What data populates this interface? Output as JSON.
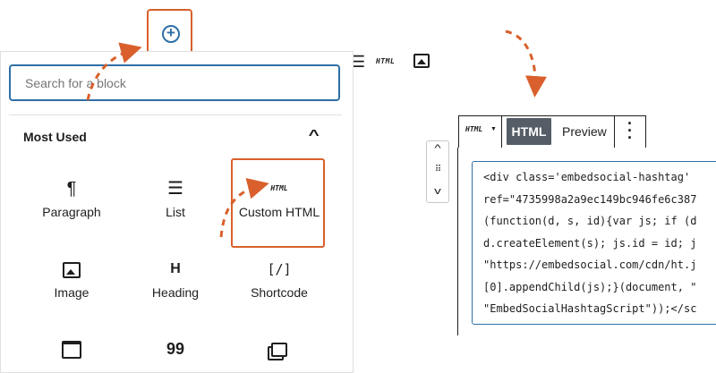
{
  "inserter": {
    "search_placeholder": "Search for a block",
    "section_title": "Most Used",
    "blocks": [
      {
        "label": "Paragraph",
        "icon": "paragraph-icon"
      },
      {
        "label": "List",
        "icon": "list-icon"
      },
      {
        "label": "Custom HTML",
        "icon": "html-icon"
      },
      {
        "label": "Image",
        "icon": "image-icon"
      },
      {
        "label": "Heading",
        "icon": "heading-icon"
      },
      {
        "label": "Shortcode",
        "icon": "shortcode-icon"
      },
      {
        "label": "",
        "icon": "embed-icon"
      },
      {
        "label": "",
        "icon": "quote-icon"
      },
      {
        "label": "",
        "icon": "gallery-icon"
      }
    ]
  },
  "toolbar": {
    "html_icon_text": "HTML",
    "tab_html": "HTML",
    "tab_preview": "Preview"
  },
  "code": {
    "lines": [
      "<div class='embedsocial-hashtag'",
      "ref=\"4735998a2a9ec149bc946fe6c387",
      "(function(d, s, id){var js; if (d",
      "d.createElement(s); js.id = id; j",
      "\"https://embedsocial.com/cdn/ht.j",
      "[0].appendChild(js);}(document, \"",
      "\"EmbedSocialHashtagScript\"));</sc"
    ]
  },
  "colors": {
    "accent_orange": "#d9602c",
    "focus_blue": "#2f6fa6",
    "tab_active_bg": "#555d66"
  }
}
